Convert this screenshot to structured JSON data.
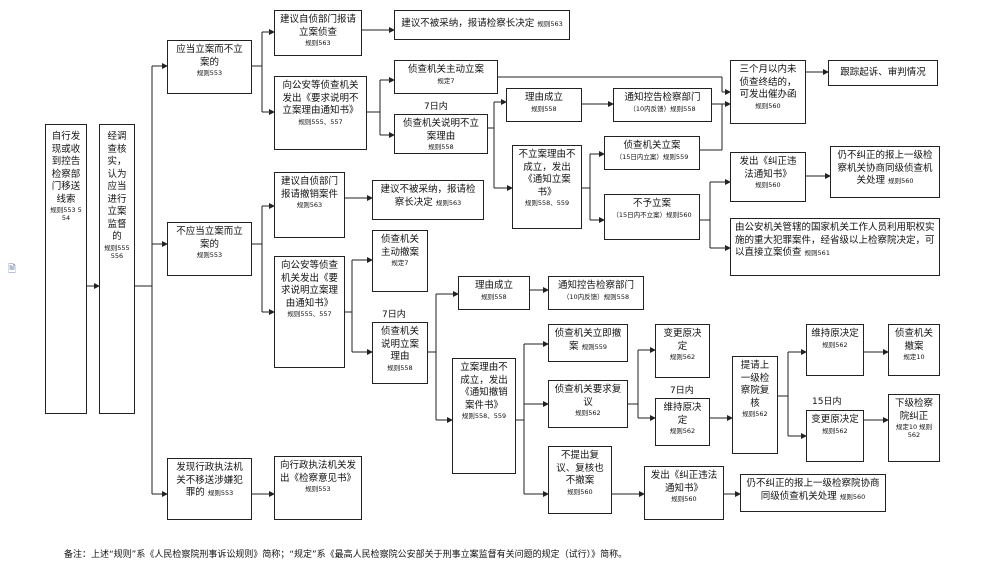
{
  "nodes": {
    "b1": {
      "text": "自行发现或收到控告检察部门移送线索",
      "rule": "规则553 554"
    },
    "b2": {
      "text": "经调查核实，认为应当进行立案监督的",
      "rule": "规则555 556"
    },
    "b3": {
      "text": "应当立案而不立案的",
      "rule": "规则553"
    },
    "b4": {
      "text": "建议自侦部门报请立案侦查",
      "rule": "规则563"
    },
    "b5": {
      "text": "建议不被采纳，报请检察长决定",
      "rule": "规则563"
    },
    "b6": {
      "text": "向公安等侦查机关发出《要求说明不立案理由通知书》",
      "rule": "规则555、557"
    },
    "b7": {
      "text": "侦查机关主动立案",
      "rule": "规定7"
    },
    "b8": {
      "text": "侦查机关说明不立案理由",
      "rule": "规则558"
    },
    "b9": {
      "text": "理由成立",
      "rule": "规则558"
    },
    "b10": {
      "text": "通知控告检察部门",
      "rule": "（10内反馈）规则558"
    },
    "b11": {
      "text": "三个月以内未侦查终结的，可发出催办函",
      "rule": "规则560"
    },
    "b12": {
      "text": "跟踪起诉、审判情况",
      "rule": ""
    },
    "b13": {
      "text": "不立案理由不成立，发出《通知立案书》",
      "rule": "规则558、559"
    },
    "b14": {
      "text": "侦查机关立案",
      "rule": "（15日内立案）规则559"
    },
    "b15": {
      "text": "不予立案",
      "rule": "（15日内不立案）规则560"
    },
    "b16": {
      "text": "发出《纠正违法通知书》",
      "rule": "规则560"
    },
    "b17": {
      "text": "仍不纠正的报上一级检察机关协商同级侦查机关处理",
      "rule": "规则560"
    },
    "b18": {
      "text": "由公安机关管辖的国家机关工作人员利用职权实施的重大犯罪案件，经省级以上检察院决定，可以直接立案侦查",
      "rule": "规则561"
    },
    "b19": {
      "text": "不应当立案而立案的",
      "rule": "规则553"
    },
    "b20": {
      "text": "建议自侦部门报请撤销案件",
      "rule": "规则563"
    },
    "b21": {
      "text": "建议不被采纳，报请检察长决定",
      "rule": "规则563"
    },
    "b22": {
      "text": "向公安等侦查机关发出《要求说明立案理由通知书》",
      "rule": "规则555、557"
    },
    "b23": {
      "text": "侦查机关主动撤案",
      "rule": "规定7"
    },
    "b24": {
      "text": "侦查机关说明立案理由",
      "rule": "规则558"
    },
    "b25": {
      "text": "理由成立",
      "rule": "规则558"
    },
    "b26": {
      "text": "通知控告检察部门",
      "rule": "（10内反馈）规则558"
    },
    "b27": {
      "text": "立案理由不成立，发出《通知撤销案件书》",
      "rule": "规则558、559"
    },
    "b28": {
      "text": "侦查机关立即撤案",
      "rule": "规则559"
    },
    "b29": {
      "text": "侦查机关要求复议",
      "rule": "规则562"
    },
    "b30": {
      "text": "不提出复议、复核也不撤案",
      "rule": "规则560"
    },
    "b31": {
      "text": "变更原决定",
      "rule": "规则562"
    },
    "b32": {
      "text": "维持原决定",
      "rule": "规则562"
    },
    "b33": {
      "text": "提请上一级检察院复核",
      "rule": "规则562"
    },
    "b34": {
      "text": "维持原决定",
      "rule": "规则562"
    },
    "b35": {
      "text": "侦查机关撤案",
      "rule": "规定10"
    },
    "b36": {
      "text": "变更原决定",
      "rule": "规则562"
    },
    "b37": {
      "text": "下级检察院纠正",
      "rule": "规定10 规则562"
    },
    "b38": {
      "text": "发出《纠正违法通知书》",
      "rule": "规则560"
    },
    "b39": {
      "text": "仍不纠正的报上一级检察院协商同级侦查机关处理",
      "rule": "规则560"
    },
    "b40": {
      "text": "发现行政执法机关不移送涉嫌犯罪的",
      "rule": "规则553"
    },
    "b41": {
      "text": "向行政执法机关发出《检察意见书》",
      "rule": "规则553"
    }
  },
  "labels": {
    "l1": "7日内",
    "l2": "7日内",
    "l3": "7日内",
    "l4": "15日内"
  },
  "footnote": "备注：上述“规则”系《人民检察院刑事诉讼规则》简称；“规定”系《最高人民检察院公安部关于刑事立案监督有关问题的规定（试行）》简称。"
}
